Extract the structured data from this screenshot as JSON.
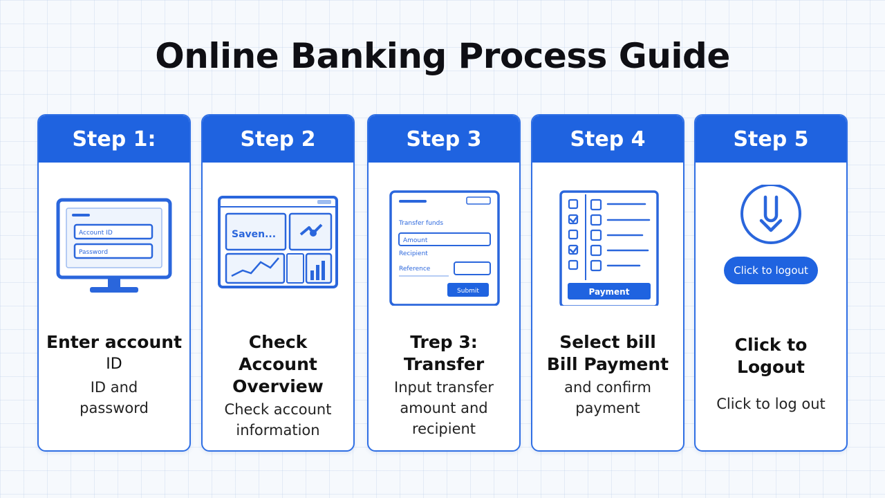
{
  "title": "Online Banking Process Guide",
  "colors": {
    "primary": "#1f63e0",
    "border": "#2f6fe4",
    "text": "#111111"
  },
  "steps": [
    {
      "header": "Step 1:",
      "illustration": "login-monitor-icon",
      "heading_lines": [
        "Enter account",
        "ID"
      ],
      "desc_lines": [
        "ID and",
        "password"
      ],
      "field_labels": [
        "Account ID",
        "Password"
      ]
    },
    {
      "header": "Step 2",
      "illustration": "dashboard-overview-icon",
      "heading_lines": [
        "Check Account",
        "Overview"
      ],
      "desc_lines": [
        "Check account",
        "information"
      ],
      "widget_label": "Saven..."
    },
    {
      "header": "Step 3",
      "illustration": "transfer-form-icon",
      "heading_lines": [
        "Trep 3:",
        "Transfer"
      ],
      "desc_lines": [
        "Input transfer",
        "amount and",
        "recipient"
      ],
      "form_title": "Transfer funds",
      "form_fields": [
        "Amount",
        "Recipient",
        "Reference"
      ],
      "submit_label": "Submit"
    },
    {
      "header": "Step 4",
      "illustration": "bill-checklist-icon",
      "heading_lines": [
        "Select bill",
        "Bill Payment"
      ],
      "desc_lines": [
        "and confirm",
        "payment"
      ],
      "button_label": "Payment"
    },
    {
      "header": "Step 5",
      "illustration": "logout-arrow-icon",
      "heading_lines": [
        "Click to Logout"
      ],
      "desc_lines": [
        "Click to log out"
      ],
      "button_label": "Click to logout"
    }
  ]
}
